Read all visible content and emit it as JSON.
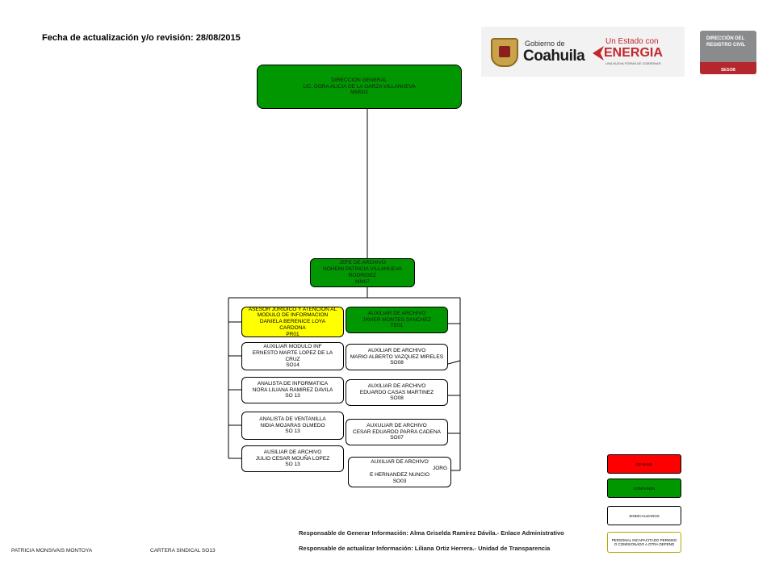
{
  "header": {
    "update_label": "Fecha de actualización y/o revisión: 28/08/2015"
  },
  "logos": {
    "gobierno_small": "Gobierno de",
    "gobierno_big": "Coahuila",
    "energia_small": "Un Estado con",
    "energia_big": "ENERGIA",
    "energia_tagline": "UNA NUEVA FORMA DE GOBERNAR",
    "registro_line1": "DIRECCIÓN DEL",
    "registro_line2": "REGISTRO CIVIL",
    "registro_segob": "SEGOB"
  },
  "org": {
    "director": [
      "DIRECCION GENERAL",
      "LIC. DORA ALICIA DE LA GARZA VILLANUEVA",
      "MM502"
    ],
    "jefe": [
      "JEFE DE ARCHIVO",
      "NOHEMI PATRICIA VILLANUEVA",
      "RODRIGEZ",
      "MM07"
    ],
    "asesor": [
      "ASESOR JURIDICO Y ATENCION AL",
      "MODULO DE INFORMACION",
      "DANIELA  BERENICE LOYA",
      "CARDONA",
      "PR01"
    ],
    "aux_montes": [
      "AUXILIAR DE ARCHIVO",
      "JAVIER MONTES SANCHEZ",
      "TE01"
    ],
    "aux_modulo": [
      "AUXILIAR MODULO INF",
      "ERNESTO MARTE LOPEZ DE LA",
      "CRUZ",
      "SO14"
    ],
    "aux_vazquez": [
      "AUXILIAR DE ARCHIVO",
      "MARIO ALBERTO VAZQUEZ MIRELES",
      "SO08"
    ],
    "analista_inf": [
      "ANALISTA DE INFORMATICA",
      "NORA LILIANA RAMIREZ DAVILA",
      "SO 13"
    ],
    "aux_casas": [
      "AUXILIAR DE ARCHIVO",
      "EDUARDO CASAS MARTINEZ",
      "SO08"
    ],
    "analista_vent": [
      "ANALISTA DE VENTANILLA",
      "NIDIA  MOJARAS OLMEDO",
      "SO 13"
    ],
    "aux_parra": [
      "AUXULIAR DE ARCHIVO",
      "CESAR EDUARDO PARRA CADENA",
      "SO07"
    ],
    "aux_mouna": [
      "AUSILIAR DE ARCHIVO",
      "JULIO CESAR MOUÑA LOPEZ",
      "SO 13"
    ],
    "aux_hernandez": [
      "AUXILIAR DE ARCHIVO",
      "JORG",
      "E HERNANDEZ NUNCIO",
      "SO03"
    ]
  },
  "legend": {
    "base": "DE BASE",
    "confianza": "CONFIANZA",
    "sindicalizados": "SINDICALIZADOS",
    "personal": [
      "PERSONAL INCAPACITADO PERMISO",
      "O COMISIONADO A OTRA DEPEND"
    ]
  },
  "responsables": {
    "generar": "Responsable de Generar Información: Alma Griselda Ramírez Dávila.- Enlace Administrativo",
    "actualizar": "Responsable de actualizar Información: Liliana Ortiz Herrera.- Unidad de Transparencia"
  },
  "footer": {
    "name": "PATRICIA MONSIVAIS MONTOYA",
    "cartera": "CARTERA SINDICAL SO13"
  },
  "colors": {
    "confianza_green": "#009700",
    "base_red": "#ff0000",
    "highlight_yellow": "#ffff00"
  }
}
